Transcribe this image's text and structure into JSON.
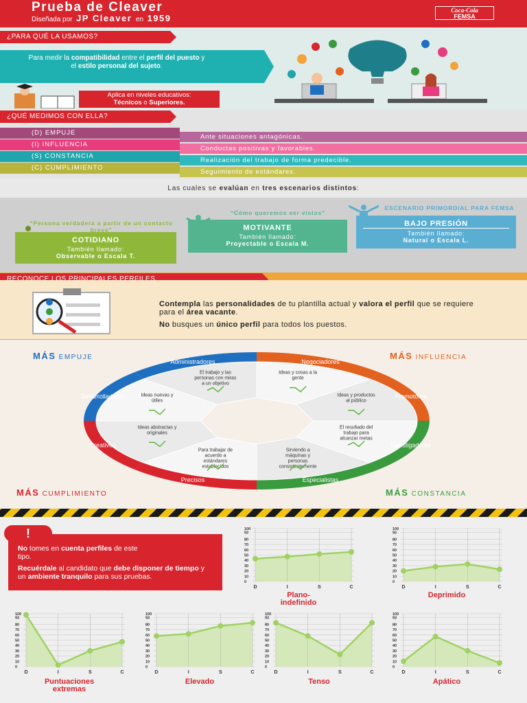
{
  "header": {
    "title": "Prueba de Cleaver",
    "designed_prefix": "Diseñada por",
    "author": "JP Cleaver",
    "year_prefix": "en",
    "year": "1959",
    "logo_line1": "Coca-Cola",
    "logo_line2": "FEMSA"
  },
  "section_use": {
    "ribbon": "¿PARA QUÉ LA USAMOS?",
    "purpose_1": "Para medir la ",
    "purpose_bold_1": "compatibilidad",
    "purpose_2": " entre el ",
    "purpose_bold_2": "perfil del puesto",
    "purpose_3": " y el ",
    "purpose_bold_3": "estilo personal del sujeto",
    "purpose_4": ".",
    "levels_1": "Aplica en niveles educativos:",
    "levels_bold_1": "Técnicos",
    "levels_mid": " o ",
    "levels_bold_2": "Superiores."
  },
  "section_measure": {
    "ribbon": "¿QUÉ MEDIMOS CON ELLA?",
    "rows": [
      {
        "label": "(D) EMPUJE",
        "desc": "Ante situaciones antagónicas.",
        "color": "#a2497a",
        "light": "#b7679b"
      },
      {
        "label": "(I) INFLUENCIA",
        "desc": "Conductas positivas y favorables.",
        "color": "#e83c7c",
        "light": "#f26fa2"
      },
      {
        "label": "(S) CONSTANCIA",
        "desc": "Realización del trabajo de forma predecible.",
        "color": "#1fa5ab",
        "light": "#2fb9bd"
      },
      {
        "label": "(C) CUMPLIMIENTO",
        "desc": "Seguimiento de estándares.",
        "color": "#b6b43b",
        "light": "#c7c44e"
      }
    ]
  },
  "section_scenarios": {
    "intro_1": "Las cuales se ",
    "intro_bold_1": "evalúan",
    "intro_2": " en ",
    "intro_bold_2": "tres escenarios distintos",
    "intro_3": ":",
    "items": [
      {
        "quote": "“Persona verdadera a partir de un contacto breve”",
        "name": "COTIDIANO",
        "also": "También llamado:",
        "alt": "Observable o Escala T.",
        "color": "#8fb83a"
      },
      {
        "quote": "“Cómo queremos ser vistos”",
        "name": "MOTIVANTE",
        "also": "También llamado:",
        "alt": "Proyectable o Escala M.",
        "color": "#52b58f"
      },
      {
        "quote": "ESCENARIO PRIMORDIAL PARA FEMSA",
        "name": "BAJO PRESIÓN",
        "also": "También llamado:",
        "alt": "Natural o Escala L.",
        "color": "#5aaed2"
      }
    ]
  },
  "section_profiles": {
    "ribbon": "RECONOCE LOS PRINCIPALES PERFILES",
    "p1_bold_1": "Contempla",
    "p1_a": " las ",
    "p1_bold_2": "personalidades",
    "p1_b": " de tu plantilla actual y ",
    "p1_bold_3": "valora el perfil",
    "p1_c": " que se requiere para el ",
    "p1_bold_4": "área vacante",
    "p1_d": ".",
    "p2_bold_1": "No",
    "p2_a": " busques un ",
    "p2_bold_2": "único perfil",
    "p2_b": " para todos los puestos."
  },
  "wheel": {
    "corners": {
      "tl_mas": "MÁS",
      "tl_word": "EMPUJE",
      "tr_mas": "MÁS",
      "tr_word": "INFLUENCIA",
      "bl_mas": "MÁS",
      "bl_word": "CUMPLIMIENTO",
      "br_mas": "MÁS",
      "br_word": "CONSTANCIA"
    },
    "profiles": [
      "Administradores",
      "Negociadores",
      "Promotores",
      "Investigadores",
      "Especialistas",
      "Precisos",
      "Creativos",
      "Desarrolladores"
    ],
    "notes": [
      "El trabajo y las personas con miras a un objetivo",
      "Ideas y cosas a la gente",
      "Ideas y productos al público",
      "El resultado del trabajo para alcanzar metas",
      "Sirviendo a máquinas y personas consistentemente",
      "Para trabajar de acuerdo a estándares establecidos",
      "Ideas abstractas y originales",
      "Ideas nuevas y útiles"
    ],
    "colors": {
      "blue": "#1f6fc0",
      "orange": "#e2611f",
      "green": "#3a9a3e",
      "red": "#d7242d"
    }
  },
  "section_warn": {
    "icon": "!",
    "l1_bold": "No",
    "l1": " tomes en ",
    "l1_bold_2": "cuenta perfiles",
    "l1_b": " de este tipo.",
    "l2_bold": "Recuérdale",
    "l2": " al candidato que ",
    "l2_bold_2": "debe disponer de tiempo",
    "l2_b": " y un ",
    "l2_bold_3": "ambiente tranquilo",
    "l2_c": " para sus pruebas."
  },
  "chart_data": [
    {
      "type": "area",
      "title": "Plano-\nindefinido",
      "categories": [
        "D",
        "I",
        "S",
        "C"
      ],
      "values": [
        43,
        47,
        52,
        56
      ],
      "ylim": [
        0,
        100
      ],
      "yticks": [
        0,
        10,
        20,
        30,
        40,
        50,
        60,
        70,
        80,
        93,
        100
      ]
    },
    {
      "type": "area",
      "title": "Deprimido",
      "categories": [
        "D",
        "I",
        "S",
        "C"
      ],
      "values": [
        20,
        28,
        33,
        23
      ],
      "ylim": [
        0,
        100
      ],
      "yticks": [
        0,
        10,
        20,
        30,
        40,
        50,
        60,
        70,
        80,
        93,
        100
      ]
    },
    {
      "type": "area",
      "title": "Puntuaciones\nextremas",
      "categories": [
        "D",
        "I",
        "S",
        "C"
      ],
      "values": [
        98,
        3,
        30,
        47
      ],
      "ylim": [
        0,
        100
      ],
      "yticks": [
        0,
        10,
        20,
        30,
        40,
        50,
        60,
        70,
        80,
        93,
        100
      ]
    },
    {
      "type": "area",
      "title": "Elevado",
      "categories": [
        "D",
        "I",
        "S",
        "C"
      ],
      "values": [
        58,
        62,
        77,
        83
      ],
      "ylim": [
        0,
        100
      ],
      "yticks": [
        0,
        10,
        20,
        30,
        40,
        50,
        60,
        70,
        80,
        93,
        100
      ]
    },
    {
      "type": "area",
      "title": "Tenso",
      "categories": [
        "D",
        "I",
        "S",
        "C"
      ],
      "values": [
        83,
        58,
        23,
        83
      ],
      "ylim": [
        0,
        100
      ],
      "yticks": [
        0,
        10,
        20,
        30,
        40,
        50,
        60,
        70,
        80,
        93,
        100
      ]
    },
    {
      "type": "area",
      "title": "Apático",
      "categories": [
        "D",
        "I",
        "S",
        "C"
      ],
      "values": [
        10,
        57,
        30,
        7
      ],
      "ylim": [
        0,
        100
      ],
      "yticks": [
        0,
        10,
        20,
        30,
        40,
        50,
        60,
        70,
        80,
        93,
        100
      ]
    }
  ]
}
